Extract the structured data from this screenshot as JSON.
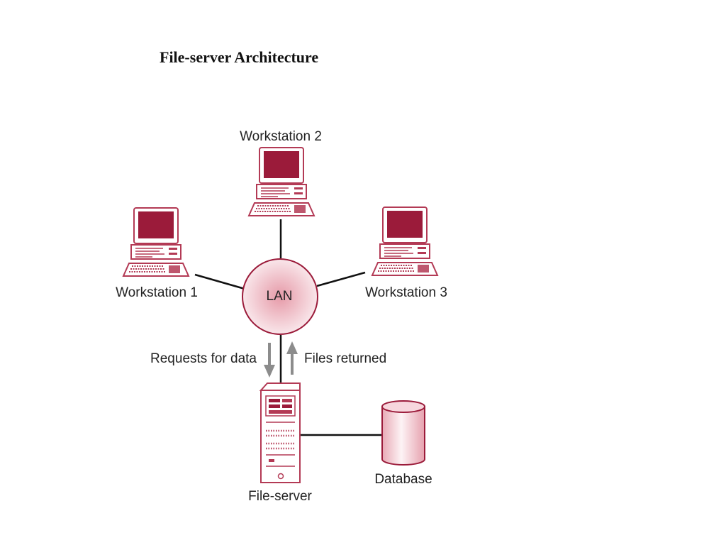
{
  "title": "File-server Architecture",
  "nodes": {
    "workstation_1": "Workstation 1",
    "workstation_2": "Workstation 2",
    "workstation_3": "Workstation 3",
    "lan": "LAN",
    "file_server": "File-server",
    "database": "Database"
  },
  "edges": {
    "requests": "Requests for data",
    "files_returned": "Files returned"
  },
  "colors": {
    "accent": "#9b1b3a",
    "outline": "#b33a55",
    "line": "#111111",
    "arrow": "#8c8c8c"
  }
}
